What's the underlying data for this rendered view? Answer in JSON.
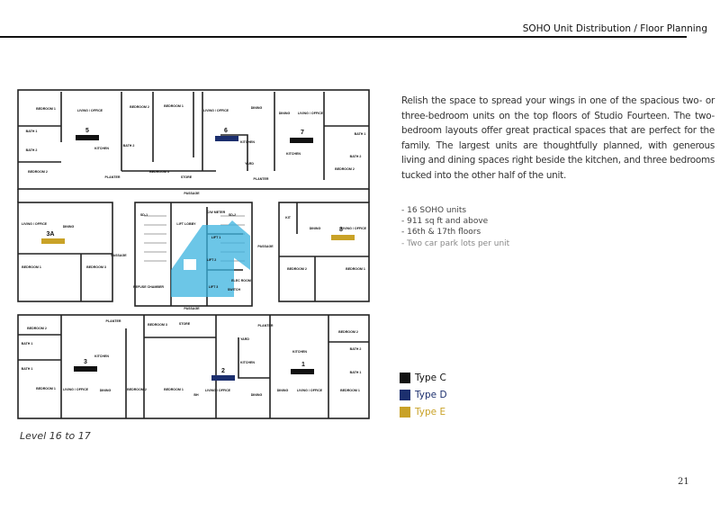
{
  "header": {
    "title": "SOHO Unit Distribution / Floor Planning"
  },
  "description": "Relish the space to spread your wings in one of the spacious two- or three-bedroom units on the top floors of Studio Fourteen. The two-bedroom layouts offer great practical spaces that are perfect for the family. The largest units are thoughtfully planned, with generous living and dining spaces right beside the kitchen, and three bedrooms tucked into the other half of the unit.",
  "bullets": [
    "- 16 SOHO units",
    "- 911 sq ft and above",
    "- 16th & 17th floors",
    "- Two car park lots per unit"
  ],
  "legend": [
    {
      "label": "Type C",
      "color": "#111111"
    },
    {
      "label": "Type D",
      "color": "#1c2f6e"
    },
    {
      "label": "Type E",
      "color": "#c9a227"
    }
  ],
  "plan": {
    "caption": "Level 16 to 17",
    "labels": [
      "BEDROOM 1",
      "LIVING / OFFICE",
      "5",
      "KITCHEN",
      "BATH 1",
      "BATH 2",
      "BEDROOM 2",
      "PLANTER",
      "BEDROOM 2",
      "BEDROOM 1",
      "BATH 2",
      "BEDROOM 3",
      "STORE",
      "LIVING / OFFICE",
      "DINING",
      "6",
      "KITCHEN",
      "YARD",
      "PLANTER",
      "DINING",
      "LIVING / OFFICE",
      "7",
      "KITCHEN",
      "BATH 1",
      "BATH 2",
      "BEDROOM 2",
      "PASSAGE",
      "LIVING / OFFICE",
      "DINING",
      "3A",
      "BEDROOM 1",
      "BEDROOM 3",
      "PASSAGE",
      "SD-1",
      "LIFT LOBBY",
      "C/W METER",
      "SD-2",
      "LIFT 1",
      "LIFT 2",
      "LIFT 3",
      "REFUSE CHAMBER",
      "ELEC ROOM",
      "SWITCH",
      "PASSAGE",
      "KIT",
      "DINING",
      "8",
      "LIVING / OFFICE",
      "BEDROOM 2",
      "BEDROOM 1",
      "PASSAGE",
      "BEDROOM 2",
      "PLANTER",
      "BEDROOM 3",
      "STORE",
      "PLANTER",
      "BEDROOM 2",
      "BATH 1",
      "BATH 1",
      "KITCHEN",
      "3",
      "YARD",
      "KITCHEN",
      "KITCHEN",
      "2",
      "1",
      "BATH 2",
      "BATH 1",
      "BEDROOM 1",
      "LIVING / OFFICE",
      "DINING",
      "BEDROOM 2",
      "BEDROOM 1",
      "BH",
      "LIVING / OFFICE",
      "DINING",
      "DINING",
      "LIVING / OFFICE",
      "BEDROOM 1"
    ]
  },
  "page_number": "21"
}
